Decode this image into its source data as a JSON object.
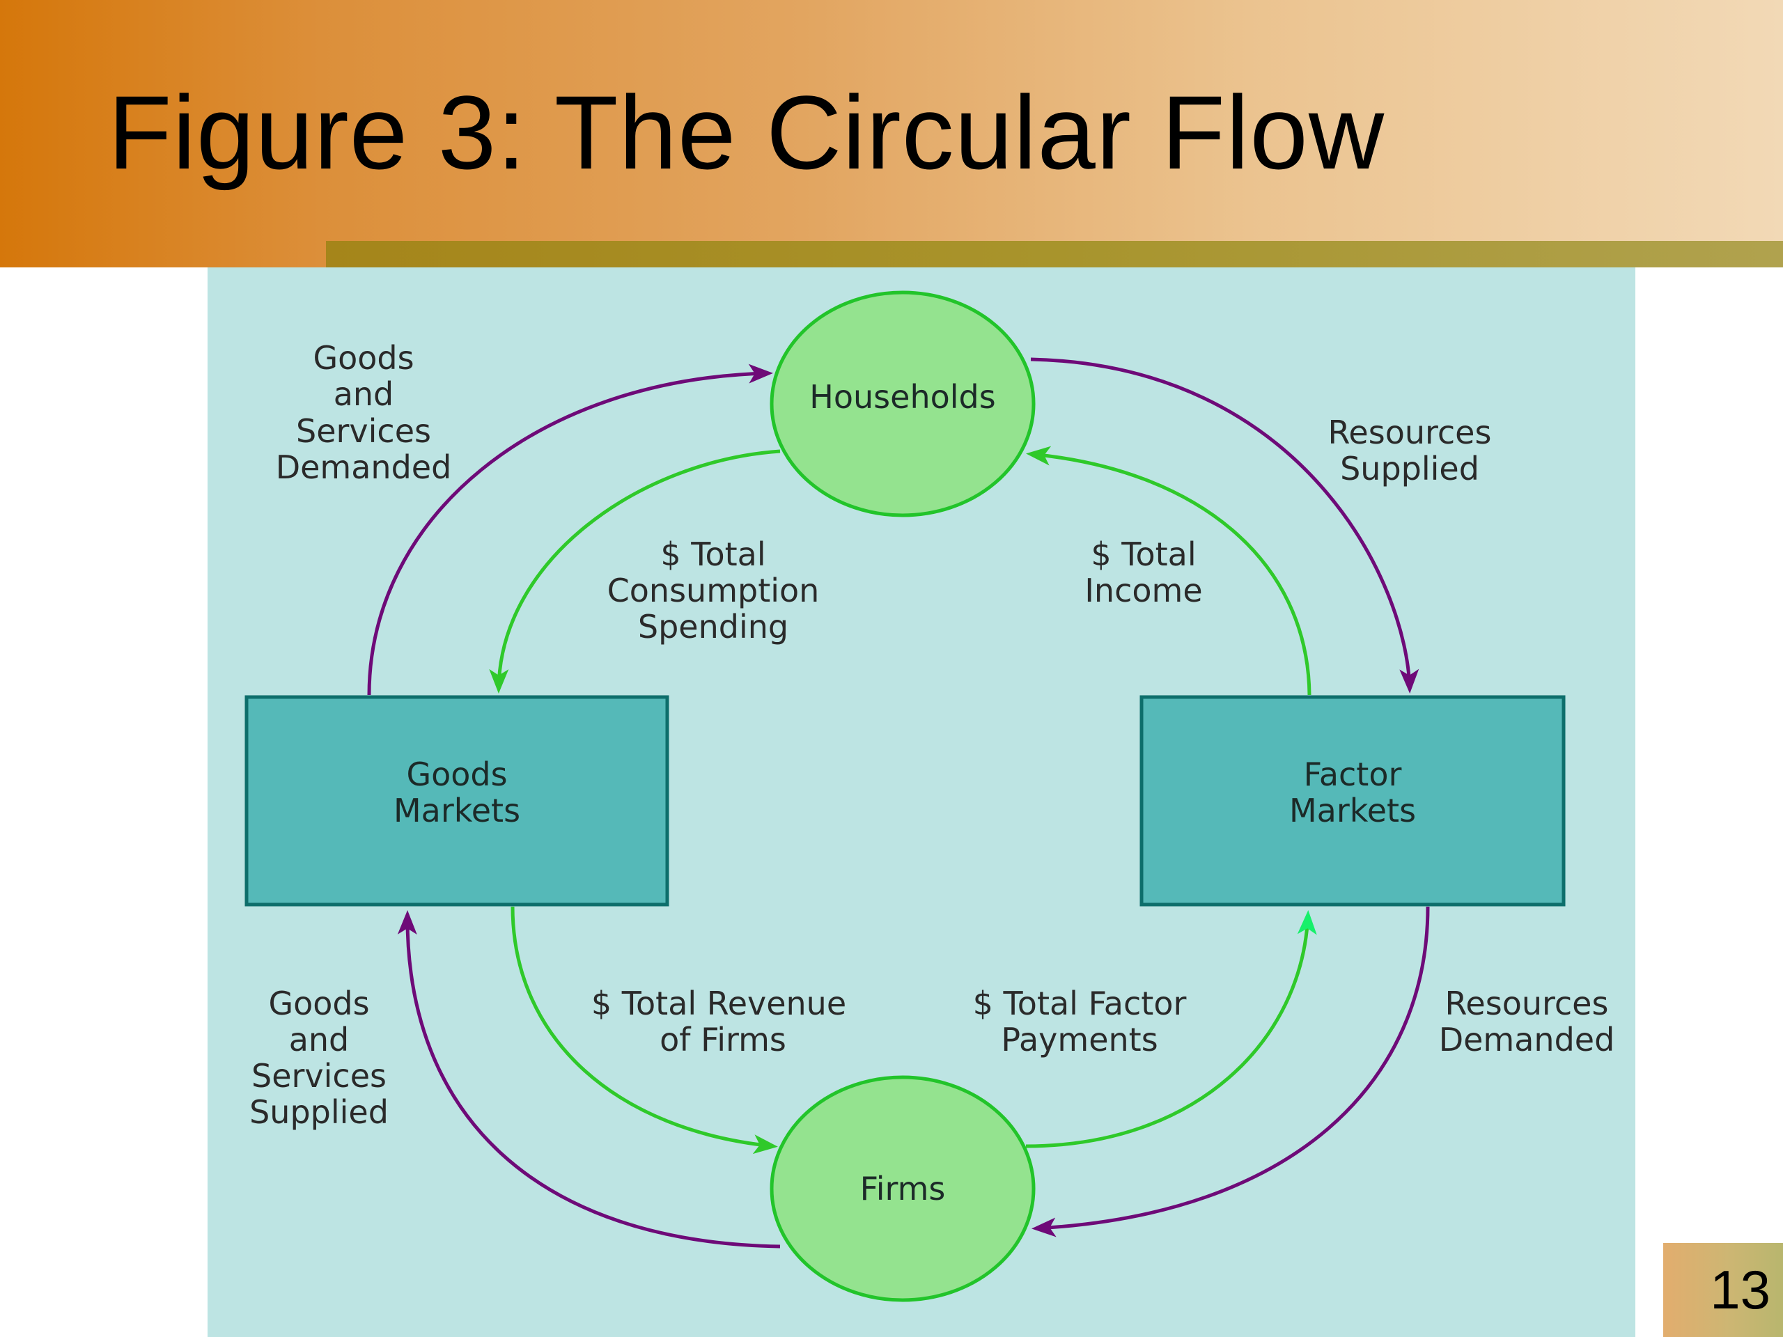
{
  "slide": {
    "title": "Figure 3:  The Circular Flow",
    "page_number": "13"
  },
  "colors": {
    "header_gradient_start": "#d5770b",
    "header_gradient_end": "#f2d9b6",
    "accent_bar": "#a8942c",
    "diagram_background": "#bde4e3",
    "market_box_fill": "#55b9b8",
    "market_box_border": "#0d6e6b",
    "agent_circle_fill": "#94e38f",
    "agent_circle_border": "#22c42a",
    "money_flow": "#2fc92a",
    "real_flow": "#6e0a78"
  },
  "diagram": {
    "nodes": {
      "households": "Households",
      "firms": "Firms",
      "goods_markets": [
        "Goods",
        "Markets"
      ],
      "factor_markets": [
        "Factor",
        "Markets"
      ]
    },
    "flows": {
      "goods_services_demanded": [
        "Goods",
        "and",
        "Services",
        "Demanded"
      ],
      "resources_supplied": [
        "Resources",
        "Supplied"
      ],
      "total_consumption_spending": [
        "$ Total",
        "Consumption",
        "Spending"
      ],
      "total_income": [
        "$ Total",
        "Income"
      ],
      "goods_services_supplied": [
        "Goods",
        "and",
        "Services",
        "Supplied"
      ],
      "total_revenue_of_firms": [
        "$ Total Revenue",
        "of Firms"
      ],
      "total_factor_payments": [
        "$ Total Factor",
        "Payments"
      ],
      "resources_demanded": [
        "Resources",
        "Demanded"
      ]
    }
  }
}
